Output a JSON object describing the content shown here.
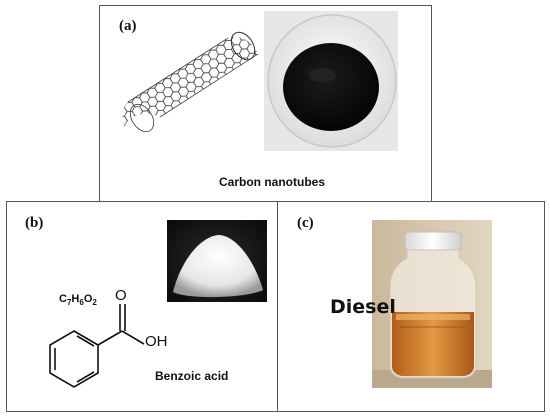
{
  "panels": {
    "a": {
      "label": "(a)",
      "caption": "Carbon nanotubes"
    },
    "b": {
      "label": "(b)",
      "formula": {
        "c": "C",
        "c_n": "7",
        "h": "H",
        "h_n": "6",
        "o": "O",
        "o_n": "2"
      },
      "carbonyl_o": "O",
      "hydroxyl": "OH",
      "caption": "Benzoic acid"
    },
    "c": {
      "label": "(c)",
      "caption": "Diesel"
    }
  },
  "colors": {
    "panel_border": "#555555",
    "nanotube_line": "#333333",
    "nanotube_powder": "#0e0e0e",
    "diesel_liquid": "#d9822b",
    "cap": "#f2f2f2"
  }
}
